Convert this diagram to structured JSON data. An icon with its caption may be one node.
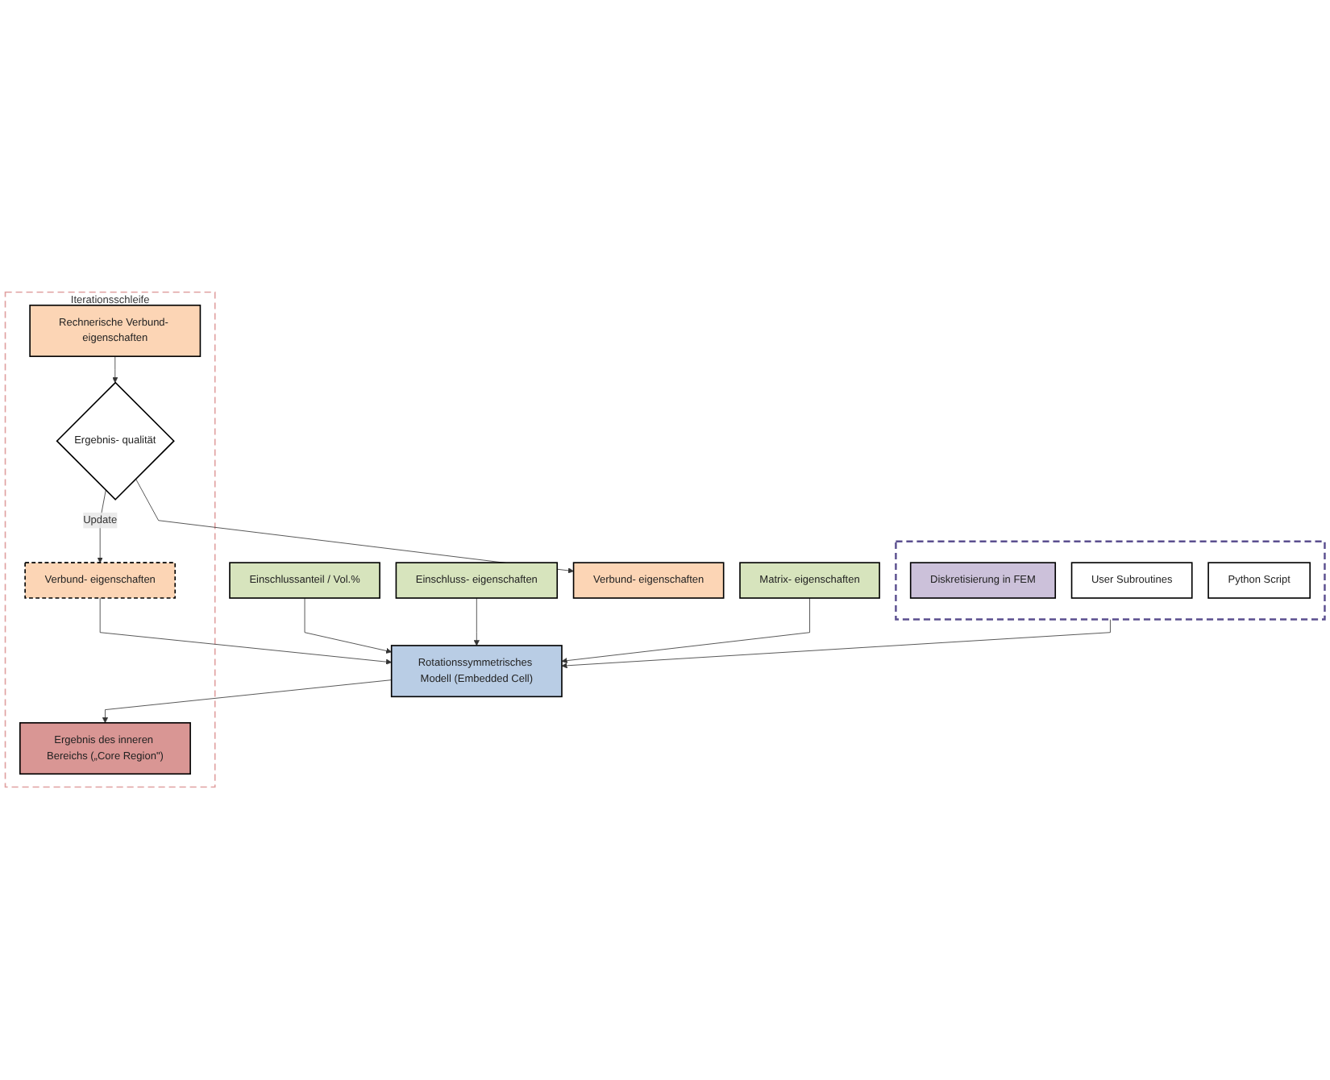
{
  "diagram": {
    "nodes": [
      {
        "text": [
          "Einschlussanteil / Vol.%"
        ]
      },
      {
        "text": [
          "Einschluss- eigenschaften"
        ]
      },
      {
        "text": [
          "Matrix- eigenschaften"
        ]
      },
      {
        "text": [
          "Rotationssymmetrisches Modell (Embedded Cell)"
        ]
      },
      {
        "text": [],
        "shape": "box"
      },
      {
        "text": [
          "Diskretisierung in FEM"
        ],
        "in": 4
      },
      {
        "text": [
          "User Subroutines"
        ],
        "in": 4
      },
      {
        "text": [
          "Python Script"
        ],
        "in": 4
      },
      {
        "text": [
          "Iterationsschleife"
        ]
      },
      {
        "text": [
          "Verbund- eigenschaften"
        ],
        "in": 8
      },
      {
        "text": [
          "Ergebnis des inneren Bereichs („Core Region\")"
        ],
        "in": 8
      },
      {
        "text": [
          "Rechnerische Verbund- eigenschaften"
        ],
        "in": 8
      },
      {
        "text": [
          "Ergebnis- qualität"
        ],
        "in": 8
      },
      {
        "text": [
          "Verbund- eigenschaften"
        ]
      }
    ],
    "edges": [
      {
        "from": 0,
        "to": 3,
        "arrow": "to"
      },
      {
        "from": 1,
        "to": 3,
        "arrow": "to"
      },
      {
        "from": 2,
        "to": 3,
        "arrow": "to"
      },
      {
        "from": 9,
        "to": 3,
        "arrow": "to"
      },
      {
        "from": 4,
        "to": 3,
        "arrow": "to"
      },
      {
        "from": 3,
        "to": 10,
        "arrow": "to"
      },
      {
        "from": 11,
        "to": 12,
        "arrow": "to"
      },
      {
        "from": 12,
        "to": 9,
        "arrow": "to",
        "label": "Update"
      },
      {
        "from": 12,
        "to": 13,
        "arrow": "to"
      }
    ]
  }
}
